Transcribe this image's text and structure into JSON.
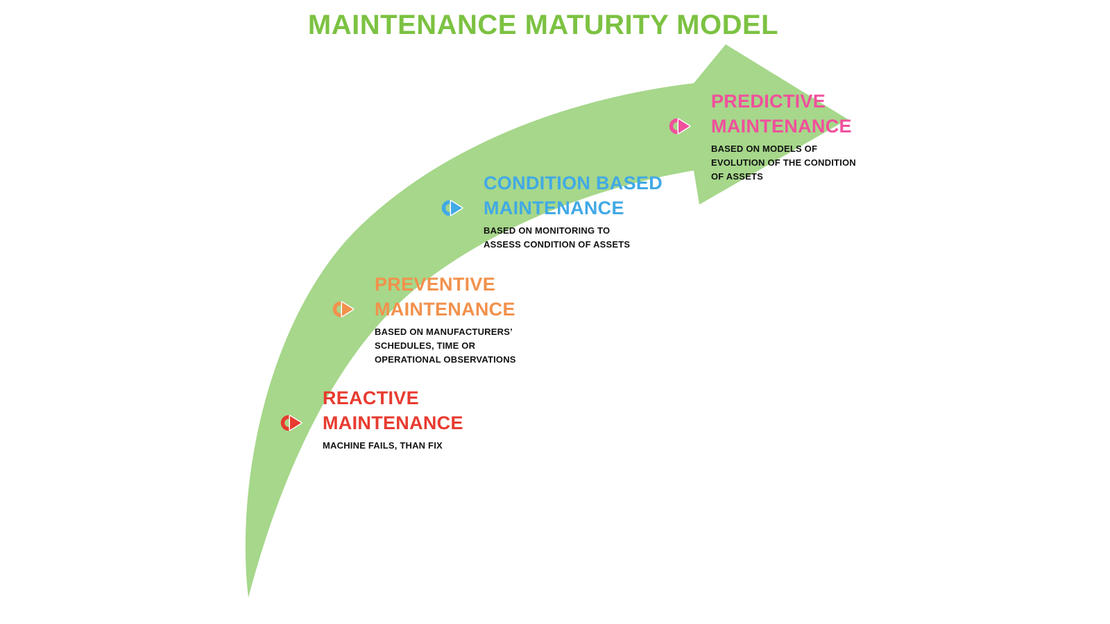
{
  "title": "MAINTENANCE MATURITY MODEL",
  "colors": {
    "title_green": "#7cc242",
    "arrow_green": "#a6d78a",
    "reactive_red": "#e73b2f",
    "preventive_orange": "#f2914c",
    "condition_blue": "#41a9e5",
    "predictive_pink": "#f0509c",
    "description_text": "#111111"
  },
  "stages": [
    {
      "id": "reactive-maintenance",
      "heading": "REACTIVE\nMAINTENANCE",
      "description": "MACHINE FAILS, THAN FIX",
      "color": "#e73b2f",
      "icon": "target-arrow-icon"
    },
    {
      "id": "preventive-maintenance",
      "heading": "PREVENTIVE\nMAINTENANCE",
      "description": "BASED ON MANUFACTURERS’\nSCHEDULES, TIME OR\nOPERATIONAL OBSERVATIONS",
      "color": "#f2914c",
      "icon": "target-arrow-icon"
    },
    {
      "id": "condition-based-maintenance",
      "heading": "CONDITION BASED\nMAINTENANCE",
      "description": "BASED ON MONITORING TO\nASSESS CONDITION OF ASSETS",
      "color": "#41a9e5",
      "icon": "target-arrow-icon"
    },
    {
      "id": "predictive-maintenance",
      "heading": "PREDICTIVE\nMAINTENANCE",
      "description": "BASED ON MODELS OF\nEVOLUTION OF THE CONDITION\nOF ASSETS",
      "color": "#f0509c",
      "icon": "target-arrow-icon"
    }
  ]
}
